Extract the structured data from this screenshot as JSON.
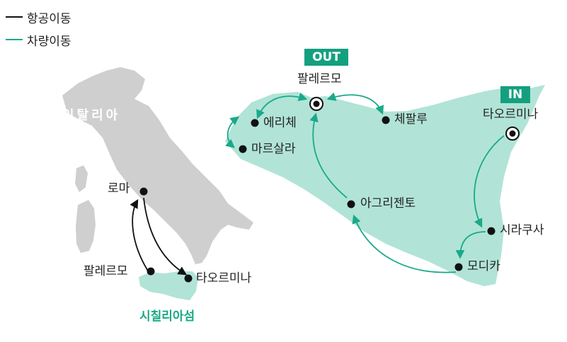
{
  "legend": {
    "flight": {
      "label": "항공이동",
      "color": "#111111"
    },
    "car": {
      "label": "차량이동",
      "color": "#1aa98a"
    }
  },
  "colors": {
    "italy_land": "#cfcfcf",
    "sicily_land": "#b1e4d6",
    "accent": "#1aa98a",
    "badge": "#14a07f"
  },
  "italy_map": {
    "country_label": "이탈리아",
    "island_label": "시칠리아섬",
    "cities": {
      "rome": "로마",
      "palermo": "팔레르모",
      "taormina": "타오르미나"
    }
  },
  "sicily_map": {
    "out_badge": "OUT",
    "in_badge": "IN",
    "cities": {
      "palermo": "팔레르모",
      "erice": "에리체",
      "marsala": "마르살라",
      "cefalu": "체팔루",
      "taormina": "타오르미나",
      "agrigento": "아그리젠토",
      "siracusa": "시라쿠사",
      "modica": "모디카"
    }
  }
}
